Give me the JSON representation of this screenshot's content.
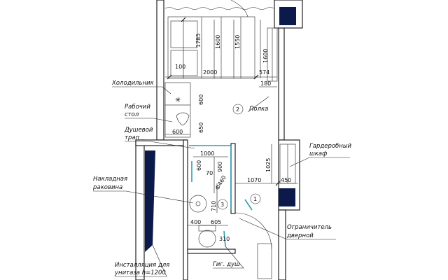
{
  "labels": {
    "fridge": "Холодильник",
    "worktop_1": "Рабочий",
    "worktop_2": "стол",
    "shower_drain_1": "Душевой",
    "shower_drain_2": "трап",
    "sink_1": "Накладная",
    "sink_2": "раковина",
    "install_1": "Инсталляция для",
    "install_2": "унитаза h=1200",
    "hyg_shower": "Гиг. душ",
    "shelf": "Полка",
    "wardrobe_1": "Гардеробный",
    "wardrobe_2": "шкаф",
    "door_stop_1": "Ограничитель",
    "door_stop_2": "дверной"
  },
  "rooms": {
    "r1": "1",
    "r2": "2",
    "r3": "3"
  },
  "dims": {
    "d1785": "1785",
    "d1600a": "1600",
    "d1550": "1550",
    "d1600b": "1600",
    "d100": "100",
    "d2000": "2000",
    "d574": "574",
    "d180": "180",
    "d600a": "600",
    "d600b": "600",
    "d650": "650",
    "d1000": "1000",
    "d600c": "600",
    "d70": "70",
    "d900": "900",
    "d1025": "1025",
    "d460": "Ф460",
    "d1070": "1070",
    "d450": "450",
    "d710": "710",
    "d400": "400",
    "d605": "605",
    "d310": "310"
  }
}
